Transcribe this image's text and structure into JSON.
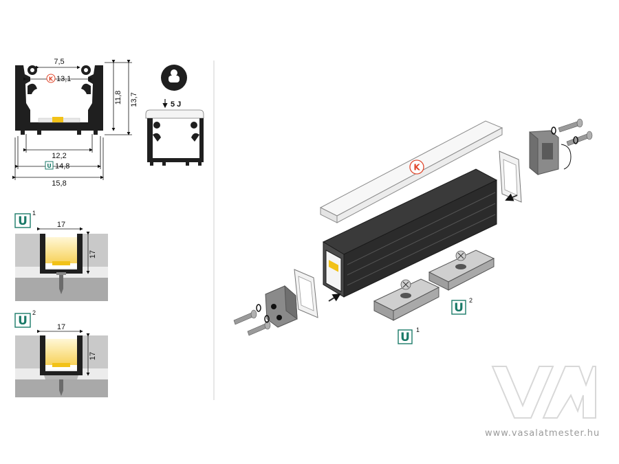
{
  "dims": {
    "top_width": "7,5",
    "k_width": "13,1",
    "inner_width": "12,2",
    "u_width": "14,8",
    "total_width": "15,8",
    "height_inner": "11,8",
    "height_total": "13,7",
    "force": "5 J"
  },
  "badges": {
    "k": "K",
    "u": "U",
    "variant1": "1",
    "variant2": "2"
  },
  "install": {
    "u1_width": "17",
    "u1_height": "17",
    "u2_width": "17",
    "u2_height": "17"
  },
  "watermark": {
    "site": "www.vasalatmester.hu"
  },
  "colors": {
    "profile": "#1f1f1f",
    "accent_green": "#1a7a68",
    "accent_red": "#e0472c",
    "led": "#f2c218"
  }
}
